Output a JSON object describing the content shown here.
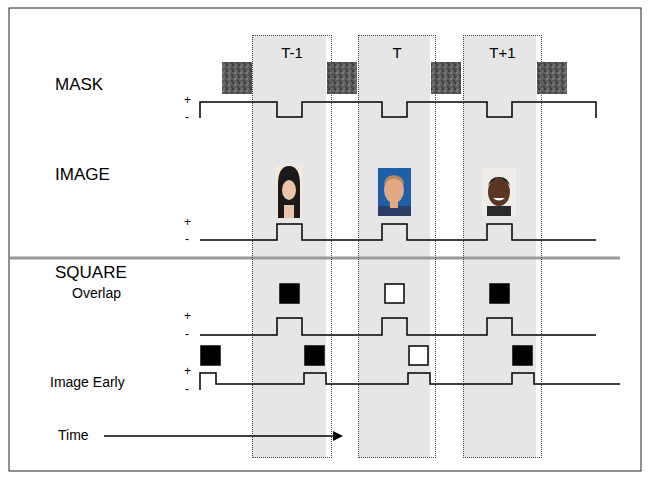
{
  "diagram": {
    "nodes": [
      {
        "text": [
          "T-1"
        ]
      },
      {
        "text": [
          "T"
        ]
      },
      {
        "text": [
          "T+1"
        ]
      }
    ],
    "labels": [
      "MASK",
      "+",
      "-",
      "IMAGE",
      "+",
      "-",
      "SQUARE",
      "Overlap",
      "+",
      "-",
      "Image Early",
      "+",
      "-",
      "Time"
    ]
  }
}
